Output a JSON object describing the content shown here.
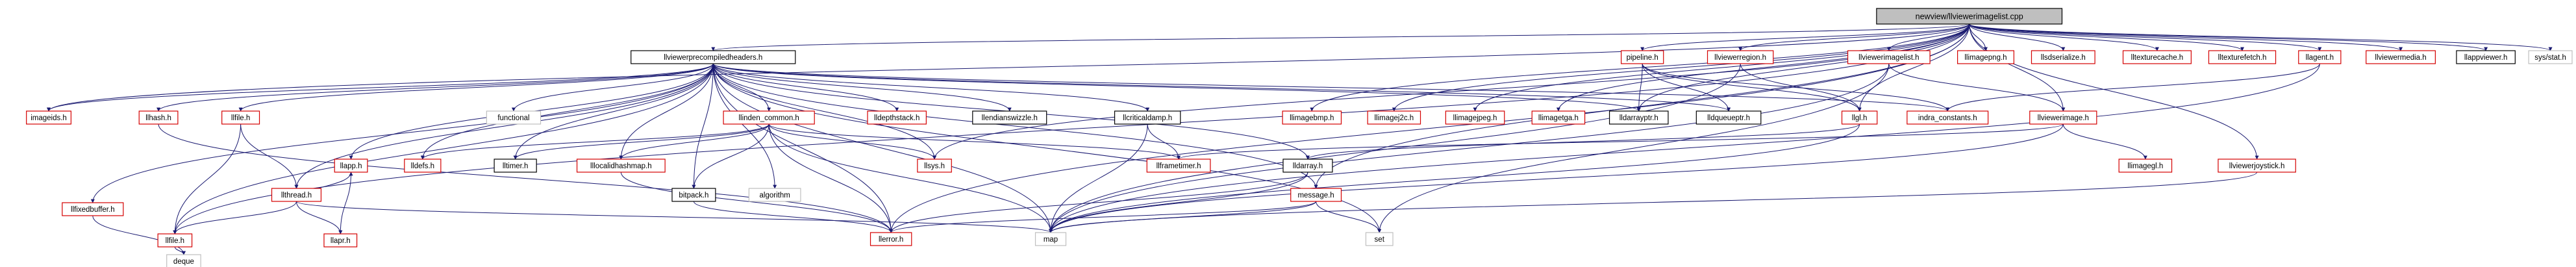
{
  "diagram": {
    "colors": {
      "background": "#ffffff",
      "root_fill": "#bfbfbf",
      "box_red_border": "#d40000",
      "box_black_border": "#000000",
      "box_grey_border": "#bfbfbf",
      "edge": "#191970"
    },
    "nodes": [
      {
        "id": "root",
        "label": "newview/llviewerimagelist.cpp",
        "style": "root"
      },
      {
        "id": "pch",
        "label": "llviewerprecompiledheaders.h",
        "style": "black"
      },
      {
        "id": "imageids",
        "label": "imageids.h",
        "style": "red"
      },
      {
        "id": "llhash",
        "label": "llhash.h",
        "style": "red"
      },
      {
        "id": "llfile",
        "label": "llfile.h",
        "style": "red"
      },
      {
        "id": "functional",
        "label": "functional",
        "style": "grey"
      },
      {
        "id": "llinden_common",
        "label": "llinden_common.h",
        "style": "red"
      },
      {
        "id": "lldepthstack",
        "label": "lldepthstack.h",
        "style": "red"
      },
      {
        "id": "llendianswizzle",
        "label": "llendianswizzle.h",
        "style": "black"
      },
      {
        "id": "llcriticaldamp",
        "label": "llcriticaldamp.h",
        "style": "black"
      },
      {
        "id": "llimagebmp",
        "label": "llimagebmp.h",
        "style": "red"
      },
      {
        "id": "llimagej2c",
        "label": "llimagej2c.h",
        "style": "red"
      },
      {
        "id": "llimagejpeg",
        "label": "llimagejpeg.h",
        "style": "red"
      },
      {
        "id": "llimagetga",
        "label": "llimagetga.h",
        "style": "red"
      },
      {
        "id": "lldarrayptr",
        "label": "lldarrayptr.h",
        "style": "black"
      },
      {
        "id": "lldqueueptr",
        "label": "lldqueueptr.h",
        "style": "black"
      },
      {
        "id": "pipeline",
        "label": "pipeline.h",
        "style": "red"
      },
      {
        "id": "llviewerregion",
        "label": "llviewerregion.h",
        "style": "red"
      },
      {
        "id": "llviewerimagelisth",
        "label": "llviewerimagelist.h",
        "style": "red"
      },
      {
        "id": "llimagepng",
        "label": "llimagepng.h",
        "style": "red"
      },
      {
        "id": "llsdserialize",
        "label": "llsdserialize.h",
        "style": "red"
      },
      {
        "id": "lltexturecache",
        "label": "lltexturecache.h",
        "style": "red"
      },
      {
        "id": "lltexturefetch",
        "label": "lltexturefetch.h",
        "style": "red"
      },
      {
        "id": "llagent",
        "label": "llagent.h",
        "style": "red"
      },
      {
        "id": "llviewermedia",
        "label": "llviewermedia.h",
        "style": "red"
      },
      {
        "id": "llappviewer",
        "label": "llappviewer.h",
        "style": "black"
      },
      {
        "id": "sysstat",
        "label": "sys/stat.h",
        "style": "grey"
      },
      {
        "id": "llgl",
        "label": "llgl.h",
        "style": "red"
      },
      {
        "id": "indra_constants",
        "label": "indra_constants.h",
        "style": "red"
      },
      {
        "id": "llviewerimage",
        "label": "llviewerimage.h",
        "style": "red"
      },
      {
        "id": "llfixedbuffer",
        "label": "llfixedbuffer.h",
        "style": "red"
      },
      {
        "id": "llthread",
        "label": "llthread.h",
        "style": "red"
      },
      {
        "id": "llapp",
        "label": "llapp.h",
        "style": "red"
      },
      {
        "id": "lldefs",
        "label": "lldefs.h",
        "style": "red"
      },
      {
        "id": "lllocalidhashmap",
        "label": "lllocalidhashmap.h",
        "style": "red"
      },
      {
        "id": "lltimer",
        "label": "lltimer.h",
        "style": "black"
      },
      {
        "id": "bitpack",
        "label": "bitpack.h",
        "style": "black"
      },
      {
        "id": "algorithm",
        "label": "algorithm",
        "style": "grey"
      },
      {
        "id": "llsys",
        "label": "llsys.h",
        "style": "red"
      },
      {
        "id": "llframetimer",
        "label": "llframetimer.h",
        "style": "red"
      },
      {
        "id": "lldarray",
        "label": "lldarray.h",
        "style": "black"
      },
      {
        "id": "message",
        "label": "message.h",
        "style": "red"
      },
      {
        "id": "llimagegl",
        "label": "llimagegl.h",
        "style": "red"
      },
      {
        "id": "llviewerjoystick",
        "label": "llviewerjoystick.h",
        "style": "red"
      },
      {
        "id": "llerror",
        "label": "llerror.h",
        "style": "red"
      },
      {
        "id": "llfile2",
        "label": "llfile.h",
        "style": "red"
      },
      {
        "id": "llapr",
        "label": "llapr.h",
        "style": "red"
      },
      {
        "id": "map",
        "label": "map",
        "style": "grey"
      },
      {
        "id": "set",
        "label": "set",
        "style": "grey"
      },
      {
        "id": "deque",
        "label": "deque",
        "style": "grey"
      }
    ],
    "edges": [
      [
        "root",
        "pch"
      ],
      [
        "root",
        "imageids"
      ],
      [
        "root",
        "llfile2"
      ],
      [
        "root",
        "llimagebmp"
      ],
      [
        "root",
        "llimagej2c"
      ],
      [
        "root",
        "llimagejpeg"
      ],
      [
        "root",
        "llimagetga"
      ],
      [
        "root",
        "lldarrayptr"
      ],
      [
        "root",
        "pipeline"
      ],
      [
        "root",
        "llviewerregion"
      ],
      [
        "root",
        "llviewerimagelisth"
      ],
      [
        "root",
        "llimagepng"
      ],
      [
        "root",
        "llsdserialize"
      ],
      [
        "root",
        "lltexturecache"
      ],
      [
        "root",
        "lltexturefetch"
      ],
      [
        "root",
        "llagent"
      ],
      [
        "root",
        "llviewermedia"
      ],
      [
        "root",
        "llappviewer"
      ],
      [
        "root",
        "sysstat"
      ],
      [
        "root",
        "llviewerimage"
      ],
      [
        "root",
        "llviewerjoystick"
      ],
      [
        "root",
        "llgl"
      ],
      [
        "root",
        "llsys"
      ],
      [
        "root",
        "message"
      ],
      [
        "root",
        "llerror"
      ],
      [
        "pch",
        "imageids"
      ],
      [
        "pch",
        "llhash"
      ],
      [
        "pch",
        "llfile"
      ],
      [
        "pch",
        "functional"
      ],
      [
        "pch",
        "llinden_common"
      ],
      [
        "pch",
        "lldepthstack"
      ],
      [
        "pch",
        "llendianswizzle"
      ],
      [
        "pch",
        "llcriticaldamp"
      ],
      [
        "pch",
        "lldarrayptr"
      ],
      [
        "pch",
        "lldqueueptr"
      ],
      [
        "pch",
        "indra_constants"
      ],
      [
        "pch",
        "llfixedbuffer"
      ],
      [
        "pch",
        "llthread"
      ],
      [
        "pch",
        "llapp"
      ],
      [
        "pch",
        "lldefs"
      ],
      [
        "pch",
        "lllocalidhashmap"
      ],
      [
        "pch",
        "lltimer"
      ],
      [
        "pch",
        "bitpack"
      ],
      [
        "pch",
        "algorithm"
      ],
      [
        "pch",
        "llsys"
      ],
      [
        "pch",
        "lldarray"
      ],
      [
        "pch",
        "message"
      ],
      [
        "pch",
        "map"
      ],
      [
        "pch",
        "set"
      ],
      [
        "pch",
        "llerror"
      ],
      [
        "pch",
        "llfile2"
      ],
      [
        "llfile",
        "llfile2"
      ],
      [
        "llfile",
        "llthread"
      ],
      [
        "llhash",
        "llerror"
      ],
      [
        "llinden_common",
        "llsys"
      ],
      [
        "llinden_common",
        "llerror"
      ],
      [
        "llinden_common",
        "map"
      ],
      [
        "llinden_common",
        "lldefs"
      ],
      [
        "llinden_common",
        "lltimer"
      ],
      [
        "llinden_common",
        "llframetimer"
      ],
      [
        "llinden_common",
        "lllocalidhashmap"
      ],
      [
        "llinden_common",
        "bitpack"
      ],
      [
        "llcriticaldamp",
        "llframetimer"
      ],
      [
        "llcriticaldamp",
        "map"
      ],
      [
        "pipeline",
        "llgl"
      ],
      [
        "pipeline",
        "lldarrayptr"
      ],
      [
        "pipeline",
        "lldqueueptr"
      ],
      [
        "pipeline",
        "indra_constants"
      ],
      [
        "llviewerregion",
        "llgl"
      ],
      [
        "llviewerregion",
        "map"
      ],
      [
        "llviewerimagelisth",
        "llviewerimage"
      ],
      [
        "llviewerimagelisth",
        "map"
      ],
      [
        "llviewerimagelisth",
        "set"
      ],
      [
        "llagent",
        "indra_constants"
      ],
      [
        "llagent",
        "map"
      ],
      [
        "llgl",
        "map"
      ],
      [
        "llgl",
        "lldarray"
      ],
      [
        "llviewerimage",
        "llimagegl"
      ],
      [
        "llviewerimage",
        "map"
      ],
      [
        "llviewerimage",
        "llframetimer"
      ],
      [
        "llthread",
        "llapr"
      ],
      [
        "llthread",
        "llapp"
      ],
      [
        "llthread",
        "llfile2"
      ],
      [
        "llthread",
        "map"
      ],
      [
        "llapp",
        "llapr"
      ],
      [
        "llfixedbuffer",
        "deque"
      ],
      [
        "llfile2",
        "deque"
      ],
      [
        "lllocalidhashmap",
        "llerror"
      ],
      [
        "bitpack",
        "llerror"
      ],
      [
        "lldarray",
        "llerror"
      ],
      [
        "lldarray",
        "map"
      ],
      [
        "message",
        "map"
      ],
      [
        "message",
        "set"
      ],
      [
        "message",
        "llerror"
      ],
      [
        "llviewerjoystick",
        "map"
      ]
    ]
  }
}
